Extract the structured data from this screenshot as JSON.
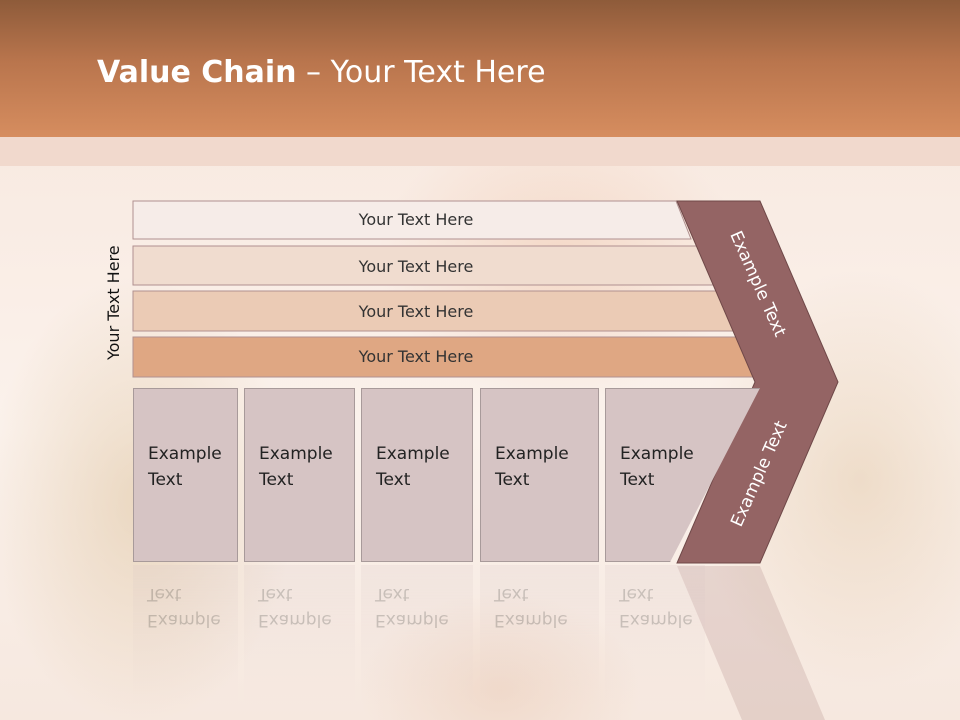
{
  "slide": {
    "title_bold": "Value Chain",
    "title_rest": " – Your Text Here",
    "vertical_label": "Your Text Here"
  },
  "bars": [
    {
      "label": "Your Text Here",
      "color": "#f6ece8"
    },
    {
      "label": "Your Text Here",
      "color": "#f0dccf"
    },
    {
      "label": "Your Text Here",
      "color": "#ebcbb5"
    },
    {
      "label": "Your Text Here",
      "color": "#dfa783"
    }
  ],
  "boxes": [
    {
      "line1": "Example",
      "line2": "Text"
    },
    {
      "line1": "Example",
      "line2": "Text"
    },
    {
      "line1": "Example",
      "line2": "Text"
    },
    {
      "line1": "Example",
      "line2": "Text"
    },
    {
      "line1": "Example",
      "line2": "Text"
    }
  ],
  "chevron": {
    "upper_label": "Example Text",
    "lower_label": "Example Text",
    "color": "#946464"
  }
}
